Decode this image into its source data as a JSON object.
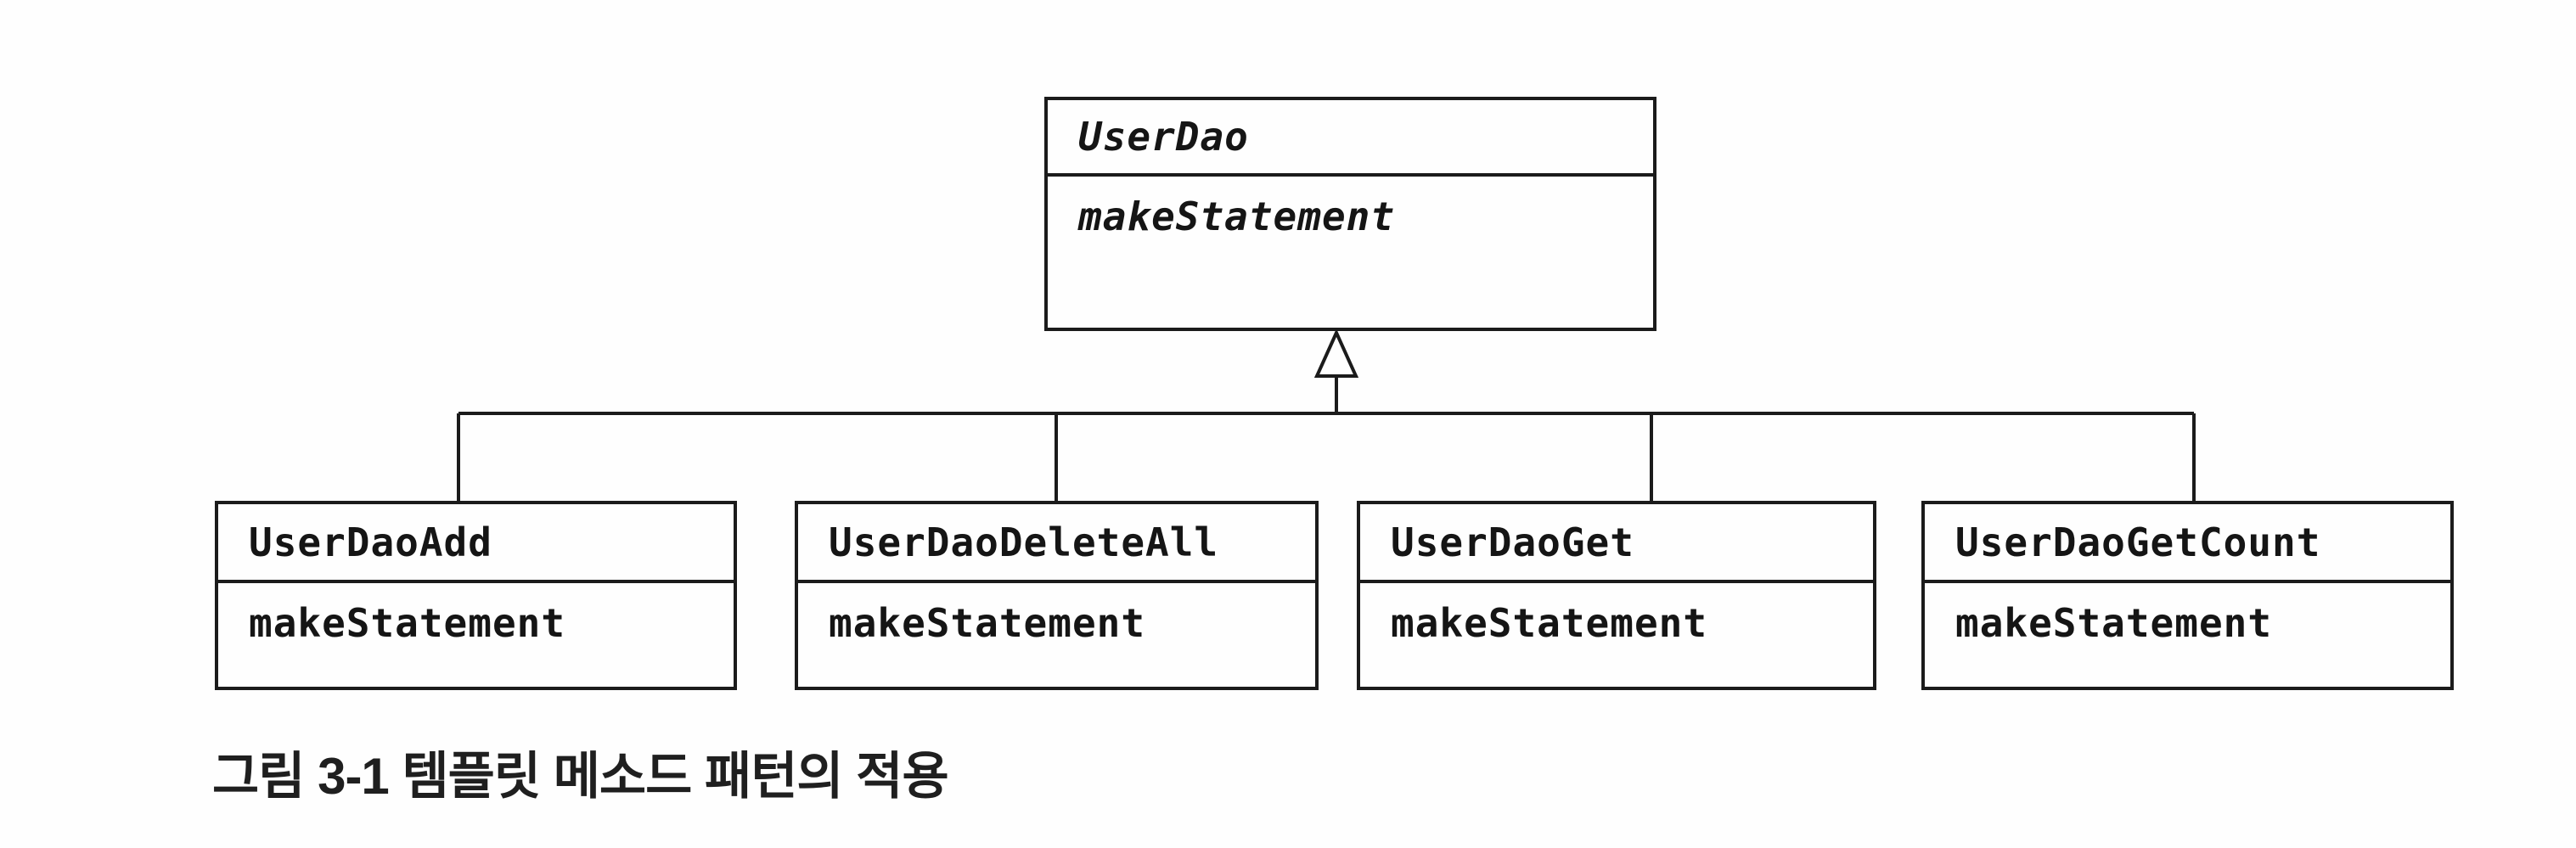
{
  "figure": {
    "caption": "그림 3-1 템플릿 메소드 패턴의 적용"
  },
  "diagram": {
    "type": "uml-class-diagram",
    "relation": "generalization",
    "parent": {
      "name": "UserDao",
      "method": "makeStatement",
      "abstract": true
    },
    "children": [
      {
        "name": "UserDaoAdd",
        "method": "makeStatement"
      },
      {
        "name": "UserDaoDeleteAll",
        "method": "makeStatement"
      },
      {
        "name": "UserDaoGet",
        "method": "makeStatement"
      },
      {
        "name": "UserDaoGetCount",
        "method": "makeStatement"
      }
    ],
    "colors": {
      "line": "#1b1b1b",
      "background": "#fefefe",
      "text": "#151515"
    }
  }
}
